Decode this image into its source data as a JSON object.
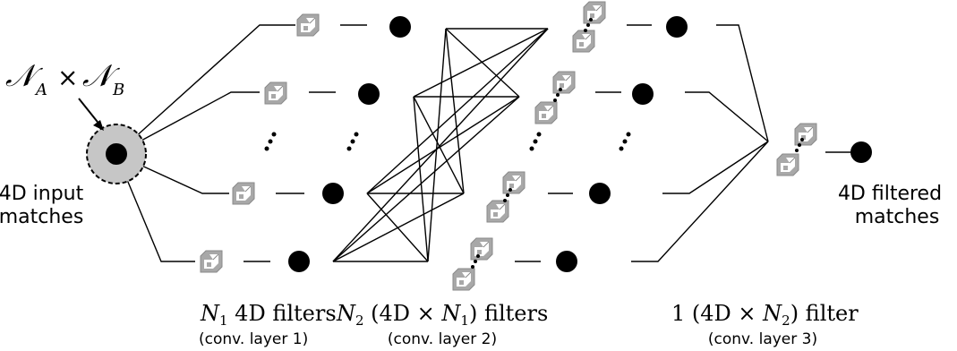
{
  "input_annotation": {
    "set_a": "𝒩",
    "set_a_sub": "A",
    "times": "×",
    "set_b": "𝒩",
    "set_b_sub": "B",
    "color_a": "#1a1aff",
    "color_b": "#e01010"
  },
  "input_label": [
    "4D input",
    "matches"
  ],
  "output_label": [
    "4D filtered",
    "matches"
  ],
  "layer1": {
    "title_var": "N",
    "title_sub": "1",
    "title_rest": " 4D filters",
    "subtitle": "(conv. layer 1)"
  },
  "layer2": {
    "title_var": "N",
    "title_sub": "2",
    "title_rest_a": " (4D × ",
    "title_var2": "N",
    "title_sub2": "1",
    "title_rest_b": ") filters",
    "subtitle": "(conv. layer 2)"
  },
  "layer3": {
    "title_a": "1 (4D × ",
    "title_var": "N",
    "title_sub": "2",
    "title_rest": ") filter",
    "subtitle": "(conv. layer 3)"
  },
  "colors": {
    "filter_cube": "#a8a8a8",
    "input_disc": "#c6c6c6",
    "node": "#000000"
  },
  "icons": {
    "filter": "filter-cube-icon",
    "node": "node-dot-icon",
    "ellipsis": "vertical-ellipsis-icon"
  }
}
